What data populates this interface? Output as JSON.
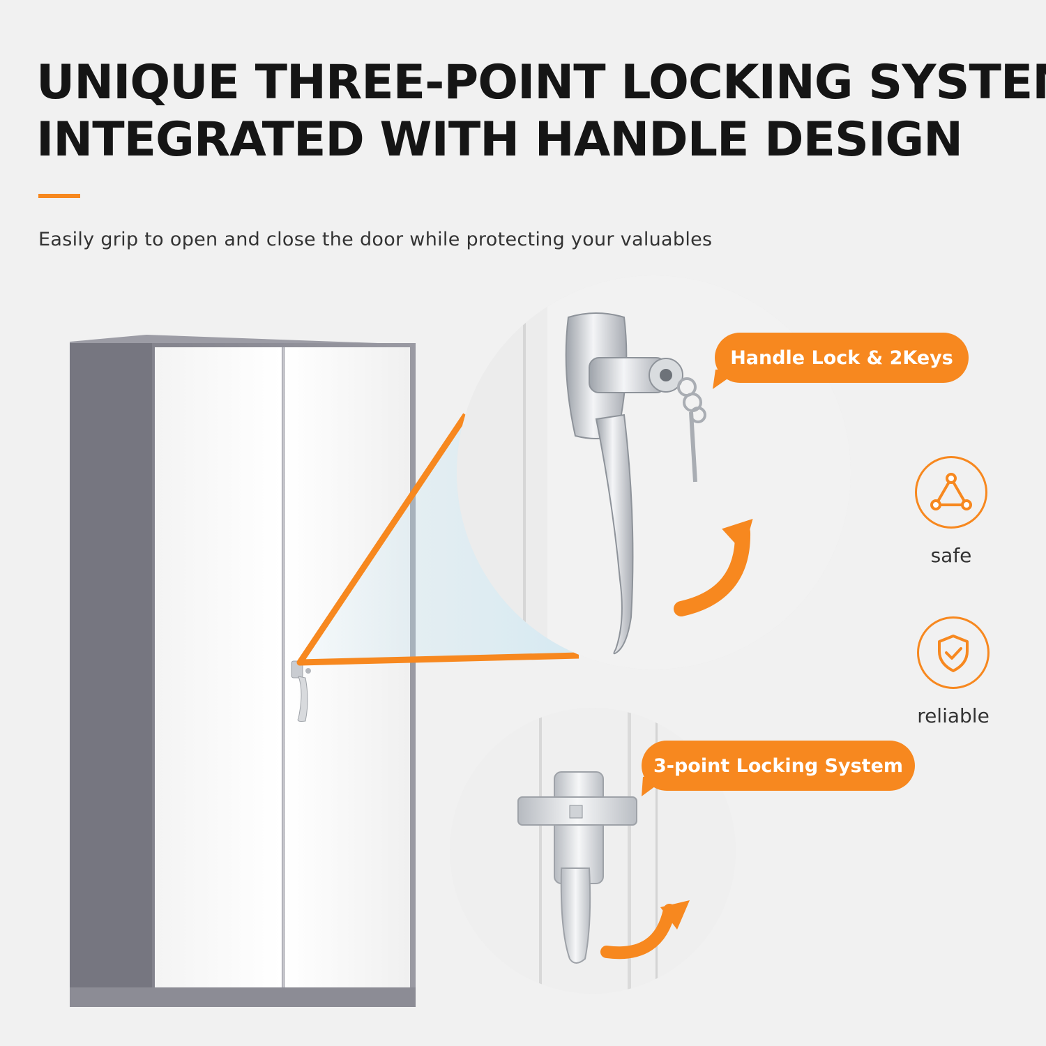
{
  "header": {
    "title_line1": "UNIQUE THREE-POINT LOCKING SYSTEM",
    "title_line2": "INTEGRATED WITH HANDLE DESIGN",
    "subtitle": "Easily grip to open and close the door while protecting your valuables"
  },
  "callouts": {
    "handle": "Handle Lock & 2Keys",
    "locking": "3-point Locking System"
  },
  "features": [
    {
      "label": "safe",
      "icon": "triangle-nodes-icon"
    },
    {
      "label": "reliable",
      "icon": "shield-check-icon"
    }
  ],
  "colors": {
    "accent": "#f7881f",
    "cabinet_frame": "#8a8a94",
    "cabinet_door": "#f7f7f7",
    "background": "#f1f1f1"
  }
}
